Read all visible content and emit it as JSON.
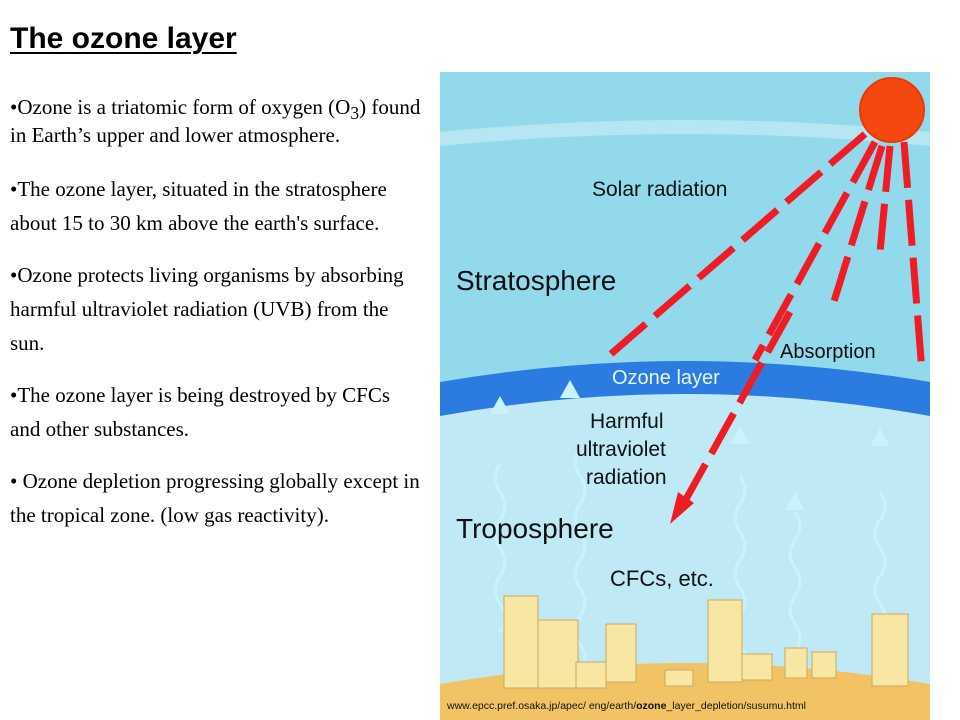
{
  "slide": {
    "title": "The ozone layer",
    "bullets": [
      {
        "before": "•Ozone is a triatomic form of oxygen (O",
        "sub": "3",
        "after": ") found in Earth’s upper and lower atmosphere."
      },
      {
        "text": "•The ozone layer, situated in the stratosphere about 15 to 30 km above the earth's surface."
      },
      {
        "text": "•Ozone protects living organisms by absorbing harmful ultraviolet radiation (UVB) from the sun."
      },
      {
        "text": "•The ozone layer is being destroyed by CFCs and other substances."
      },
      {
        "text": "• Ozone depletion progressing globally except in the tropical zone. (low gas reactivity)."
      }
    ]
  },
  "diagram": {
    "labels": {
      "solar": "Solar radiation",
      "stratosphere": "Stratosphere",
      "absorption": "Absorption",
      "ozone": "Ozone layer",
      "harmful_1": "Harmful",
      "harmful_2": "ultraviolet",
      "harmful_3": "radiation",
      "troposphere": "Troposphere",
      "cfcs": "CFCs, etc."
    },
    "colors": {
      "sky_upper": "#93d9ec",
      "ozone_band": "#2b7be0",
      "sky_lower": "#bfeaf5",
      "ground": "#f2c365",
      "sun": "#f5480f",
      "rays": "#ee1c25",
      "buildings": "#f7e7a3"
    },
    "source_prefix": "www.epcc.pref.osaka.jp/apec/ eng/earth/",
    "source_bold": "ozone",
    "source_suffix": "_layer_depletion/susumu.html"
  }
}
